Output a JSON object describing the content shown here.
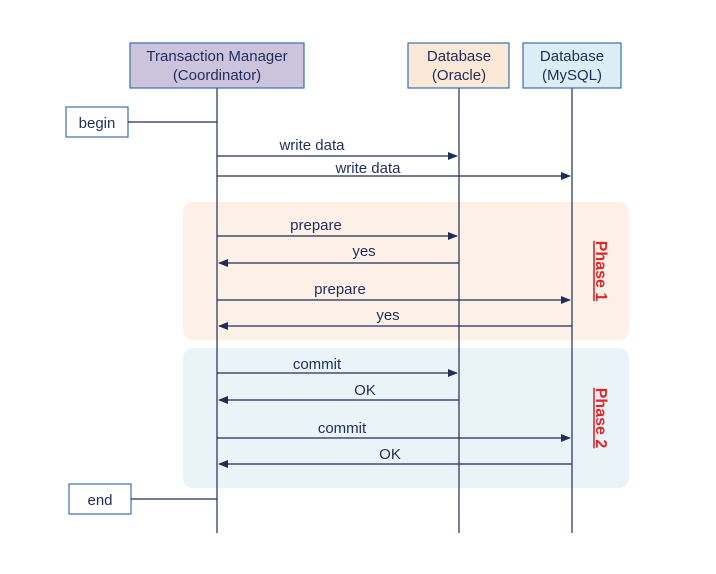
{
  "participants": [
    {
      "id": "tm",
      "line1": "Transaction Manager",
      "line2": "(Coordinator)",
      "fill": "#ccc4dc"
    },
    {
      "id": "oracle",
      "line1": "Database",
      "line2": "(Oracle)",
      "fill": "#fbe8d6"
    },
    {
      "id": "mysql",
      "line1": "Database",
      "line2": "(MySQL)",
      "fill": "#dcedf5"
    }
  ],
  "side_labels": {
    "begin": "begin",
    "end": "end"
  },
  "phases": [
    {
      "id": "phase1",
      "label": "Phase 1",
      "fill": "#fdf1e7"
    },
    {
      "id": "phase2",
      "label": "Phase 2",
      "fill": "#eaf4f8"
    }
  ],
  "messages": [
    {
      "id": "m1",
      "label": "write data",
      "from": "tm",
      "to": "oracle"
    },
    {
      "id": "m2",
      "label": "write data",
      "from": "tm",
      "to": "mysql"
    },
    {
      "id": "m3",
      "label": "prepare",
      "from": "tm",
      "to": "oracle"
    },
    {
      "id": "m4",
      "label": "yes",
      "from": "oracle",
      "to": "tm"
    },
    {
      "id": "m5",
      "label": "prepare",
      "from": "tm",
      "to": "mysql"
    },
    {
      "id": "m6",
      "label": "yes",
      "from": "mysql",
      "to": "tm"
    },
    {
      "id": "m7",
      "label": "commit",
      "from": "tm",
      "to": "oracle"
    },
    {
      "id": "m8",
      "label": "OK",
      "from": "oracle",
      "to": "tm"
    },
    {
      "id": "m9",
      "label": "commit",
      "from": "tm",
      "to": "mysql"
    },
    {
      "id": "m10",
      "label": "OK",
      "from": "mysql",
      "to": "tm"
    }
  ],
  "colors": {
    "line": "#1f2d5a",
    "box_border": "#3a6fb0",
    "text": "#1f2d5a",
    "phase_label": "#e0262b"
  }
}
